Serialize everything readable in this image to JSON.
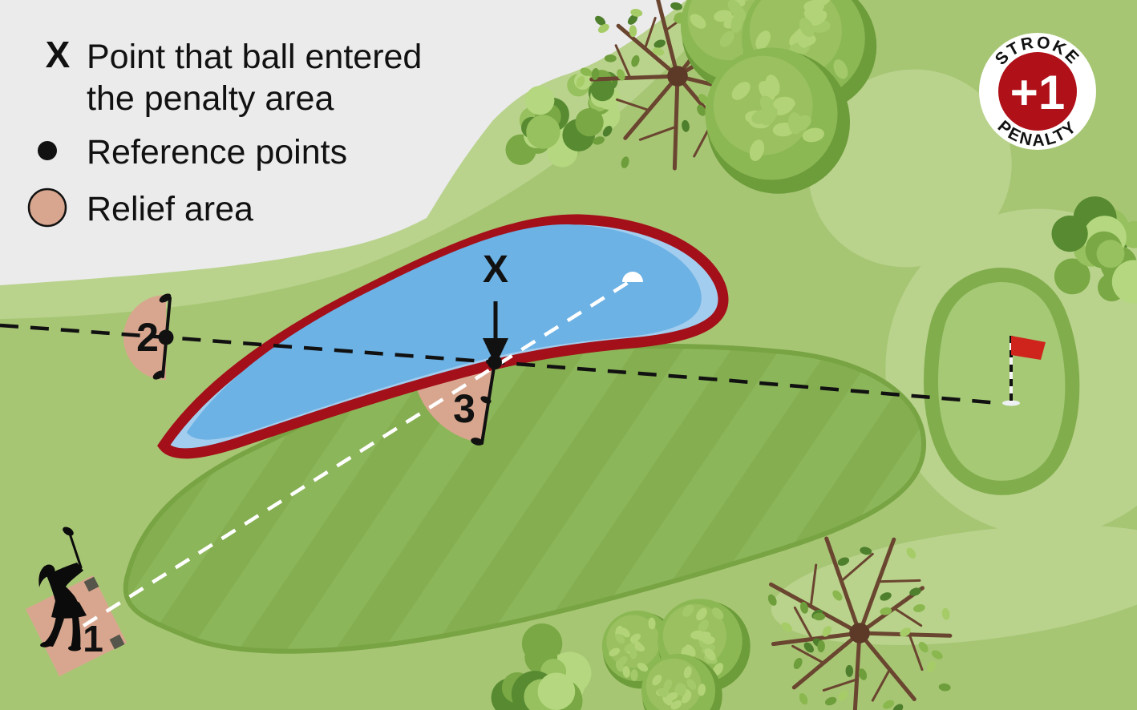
{
  "legend": {
    "entry_symbol": "X",
    "entry_line1": "Point that ball entered",
    "entry_line2": "the penalty area",
    "reference_label": "Reference points",
    "relief_label": "Relief area"
  },
  "badge": {
    "arc_top": "STROKE",
    "value": "+1",
    "arc_bottom": "PENALTY"
  },
  "markers": {
    "entry_point": "X",
    "teeing_area": "1",
    "reference_point_2": "2",
    "reference_point_3": "3"
  },
  "icons": {
    "golfer": "golfer-swing-silhouette",
    "flag": "red-flag-on-striped-pole",
    "ball": "golf-ball-floating-in-water",
    "tee_markers": "gray-square-tee-markers",
    "club_sticks": "club-length-measuring-sticks",
    "reference_dots": "black-reference-point-dots"
  },
  "colors": {
    "out_of_bounds_gray": "#ebebeb",
    "rough_green": "#a7c674",
    "rough_light_green": "#b9d38c",
    "fairway_green": "#8cb65a",
    "fairway_stripe": "#84ae4f",
    "fairway_outline": "#78a444",
    "putting_green_fill": "#a5c975",
    "putting_green_ring": "#82ad4d",
    "water_blue": "#6cb2e5",
    "water_rim_blue": "#a3cdee",
    "penalty_line_red": "#a31019",
    "relief_area_tan": "#d8a68e",
    "badge_red": "#b01119",
    "flag_red": "#cf241c",
    "ink": "#111111"
  }
}
